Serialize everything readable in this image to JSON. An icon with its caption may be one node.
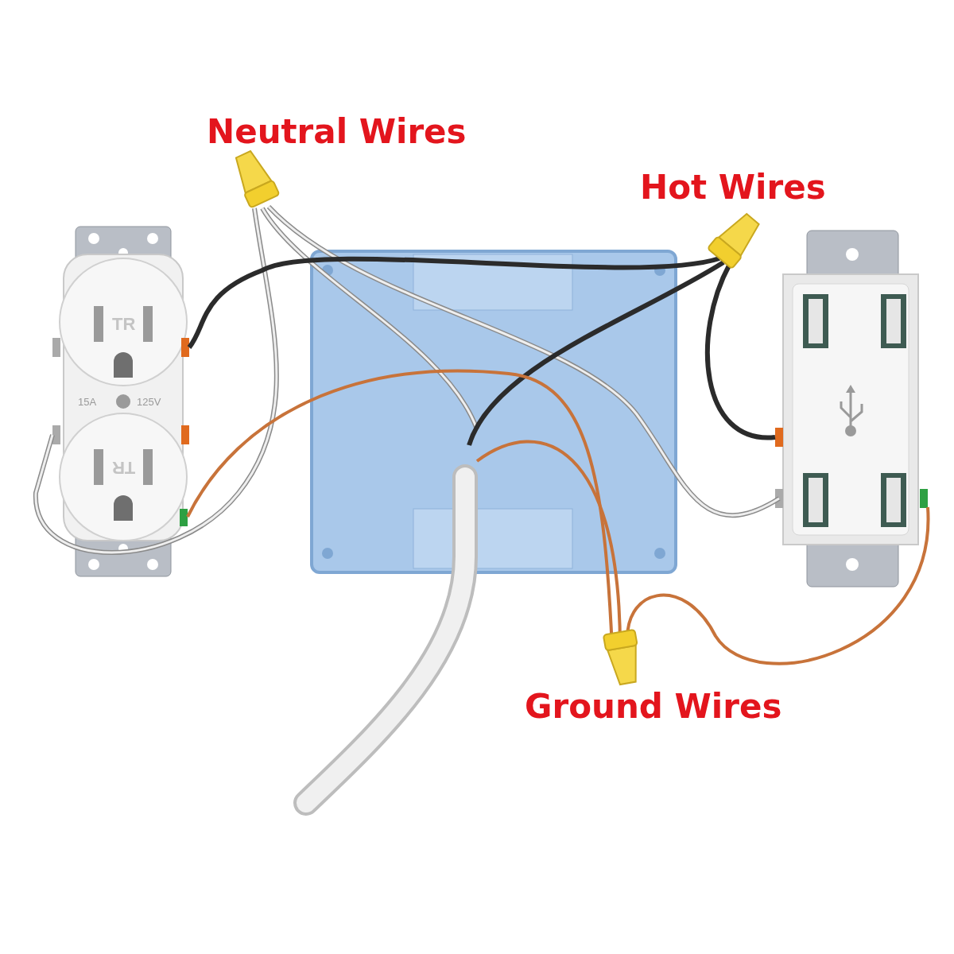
{
  "diagram": {
    "labels": [
      "Neutral Wires",
      "Hot Wires",
      "TR",
      "15A",
      "125V",
      "TR",
      "Ground Wires"
    ]
  }
}
